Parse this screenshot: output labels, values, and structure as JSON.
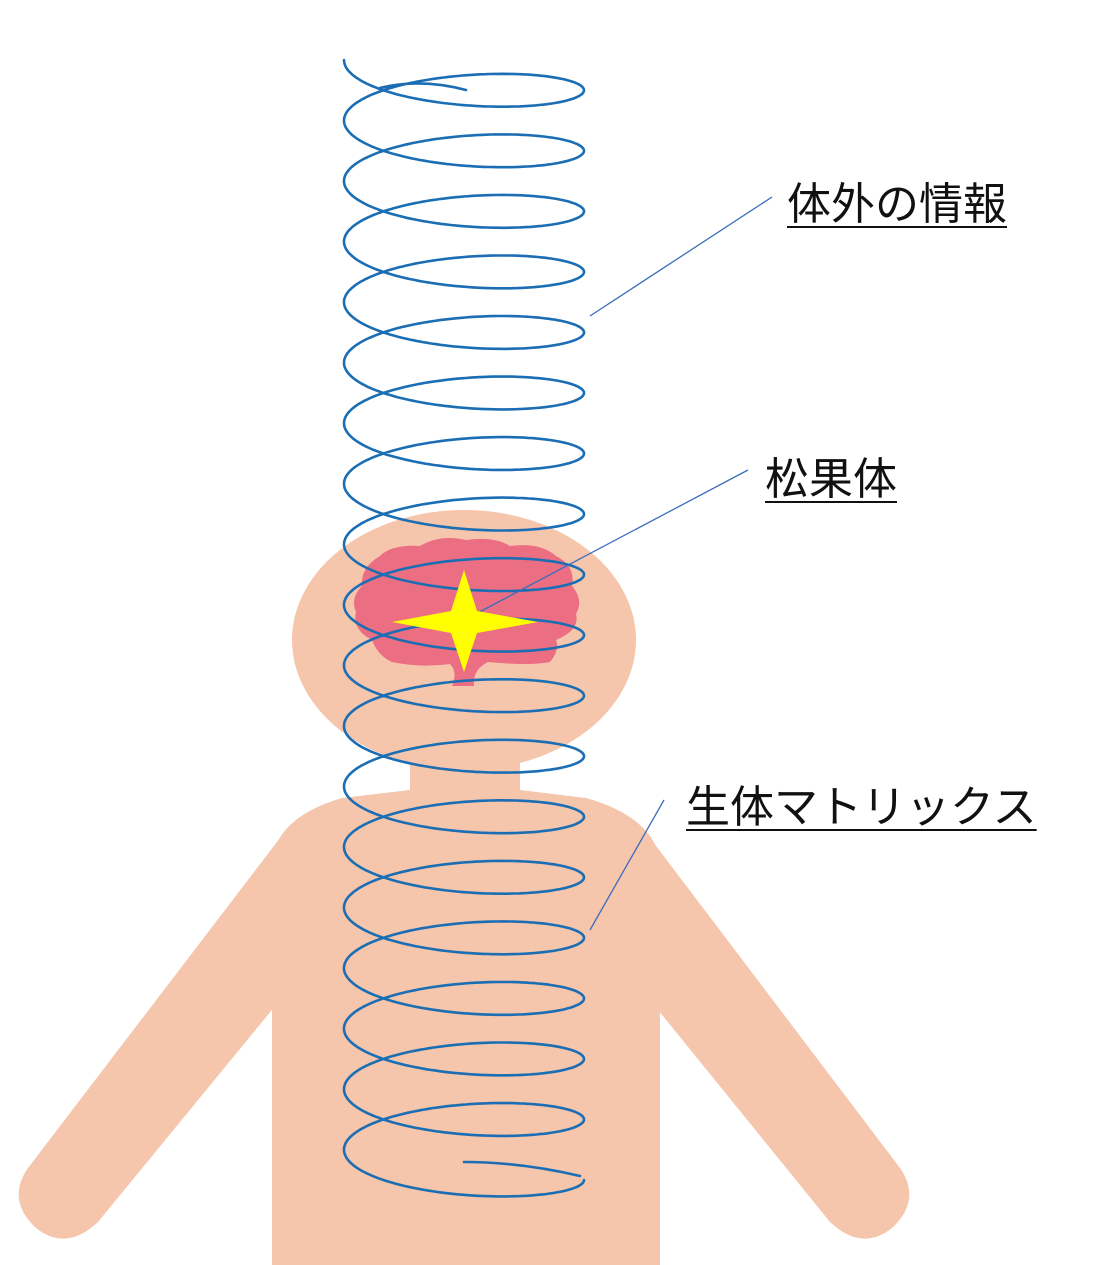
{
  "labels": {
    "outside_info": "体外の情報",
    "pineal_gland": "松果体",
    "bio_matrix": "生体マトリックス"
  },
  "colors": {
    "skin": "#f5c5ac",
    "brain": "#ec6e82",
    "star": "#ffff00",
    "spiral": "#1b6eb3",
    "leader_line": "#3b6dbd",
    "text": "#111111",
    "background": "#ffffff"
  }
}
